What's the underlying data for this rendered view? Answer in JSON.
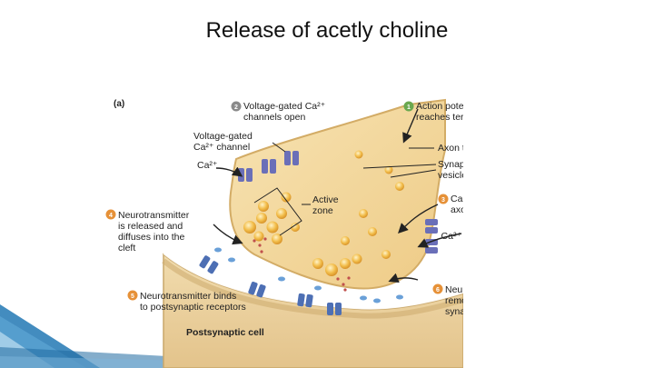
{
  "slide": {
    "title": "Release of acetly choline"
  },
  "diagram": {
    "panel_label": "(a)",
    "steps": [
      {
        "number": "1",
        "lines": [
          "Action potential",
          "reaches terminal"
        ]
      },
      {
        "number": "2",
        "lines": [
          "Voltage-gated Ca²⁺",
          "channels open"
        ]
      },
      {
        "number": "3",
        "lines": [
          "Calcium enters",
          "axon terminal"
        ]
      },
      {
        "number": "4",
        "lines": [
          "Neurotransmitter",
          "is released and",
          "diffuses into the",
          "cleft"
        ]
      },
      {
        "number": "5",
        "lines": [
          "Neurotransmitter binds",
          "to postsynaptic receptors"
        ]
      },
      {
        "number": "6",
        "lines": [
          "Neurotransmitter",
          "removed from",
          "synaptic cleft"
        ]
      }
    ],
    "labels": {
      "channel_line1": "Voltage-gated",
      "channel_line2": "Ca²⁺ channel",
      "ca_left": "Ca²⁺",
      "ca_right": "Ca²⁺",
      "axon_terminal": "Axon terminal",
      "vesicles_line1": "Synaptic",
      "vesicles_line2": "vesicles",
      "active_zone_line1": "Active",
      "active_zone_line2": "zone",
      "postsynaptic": "Postsynaptic cell"
    },
    "colors": {
      "terminal": "#f3d79a",
      "postsynaptic": "#ecd3a0",
      "vesicle": "#f0b43c",
      "channel": "#6a6fb8",
      "step_badge": "#8a8a8a",
      "accent_band": "#1f6aa0"
    }
  }
}
